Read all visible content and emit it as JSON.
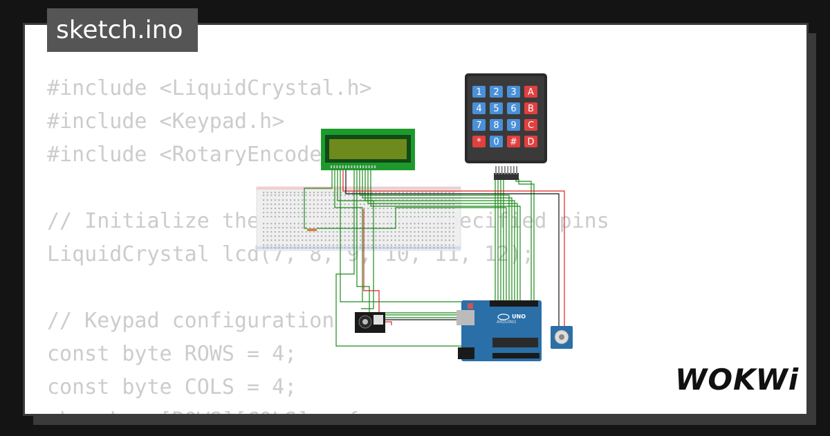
{
  "tab": {
    "filename": "sketch.ino"
  },
  "code_lines": [
    "#include <LiquidCrystal.h>",
    "#include <Keypad.h>",
    "#include <RotaryEncoder.h>",
    "",
    "// Initialize the LCD with the specified pins",
    "LiquidCrystal lcd(7, 8, 9, 10, 11, 12);",
    "",
    "// Keypad configuration",
    "const byte ROWS = 4;",
    "const byte COLS = 4;",
    "char keys[ROWS][COLS] = {"
  ],
  "keypad": {
    "rows": [
      [
        "1",
        "2",
        "3",
        "A"
      ],
      [
        "4",
        "5",
        "6",
        "B"
      ],
      [
        "7",
        "8",
        "9",
        "C"
      ],
      [
        "*",
        "0",
        "#",
        "D"
      ]
    ]
  },
  "arduino": {
    "logo": "UNO",
    "brand": "ARDUINO"
  },
  "brand": {
    "logo": "WOKWi"
  },
  "colors": {
    "background": "#141414",
    "card": "#ffffff",
    "tab": "#555555",
    "code_text": "#cccccc",
    "wire_green": "#1a8a1a",
    "wire_red": "#e02020",
    "wire_black": "#111111",
    "arduino_blue": "#2a6fa8",
    "lcd_green": "#1e9a2c",
    "keypad_blue": "#4a90d9",
    "keypad_red": "#e04040"
  }
}
